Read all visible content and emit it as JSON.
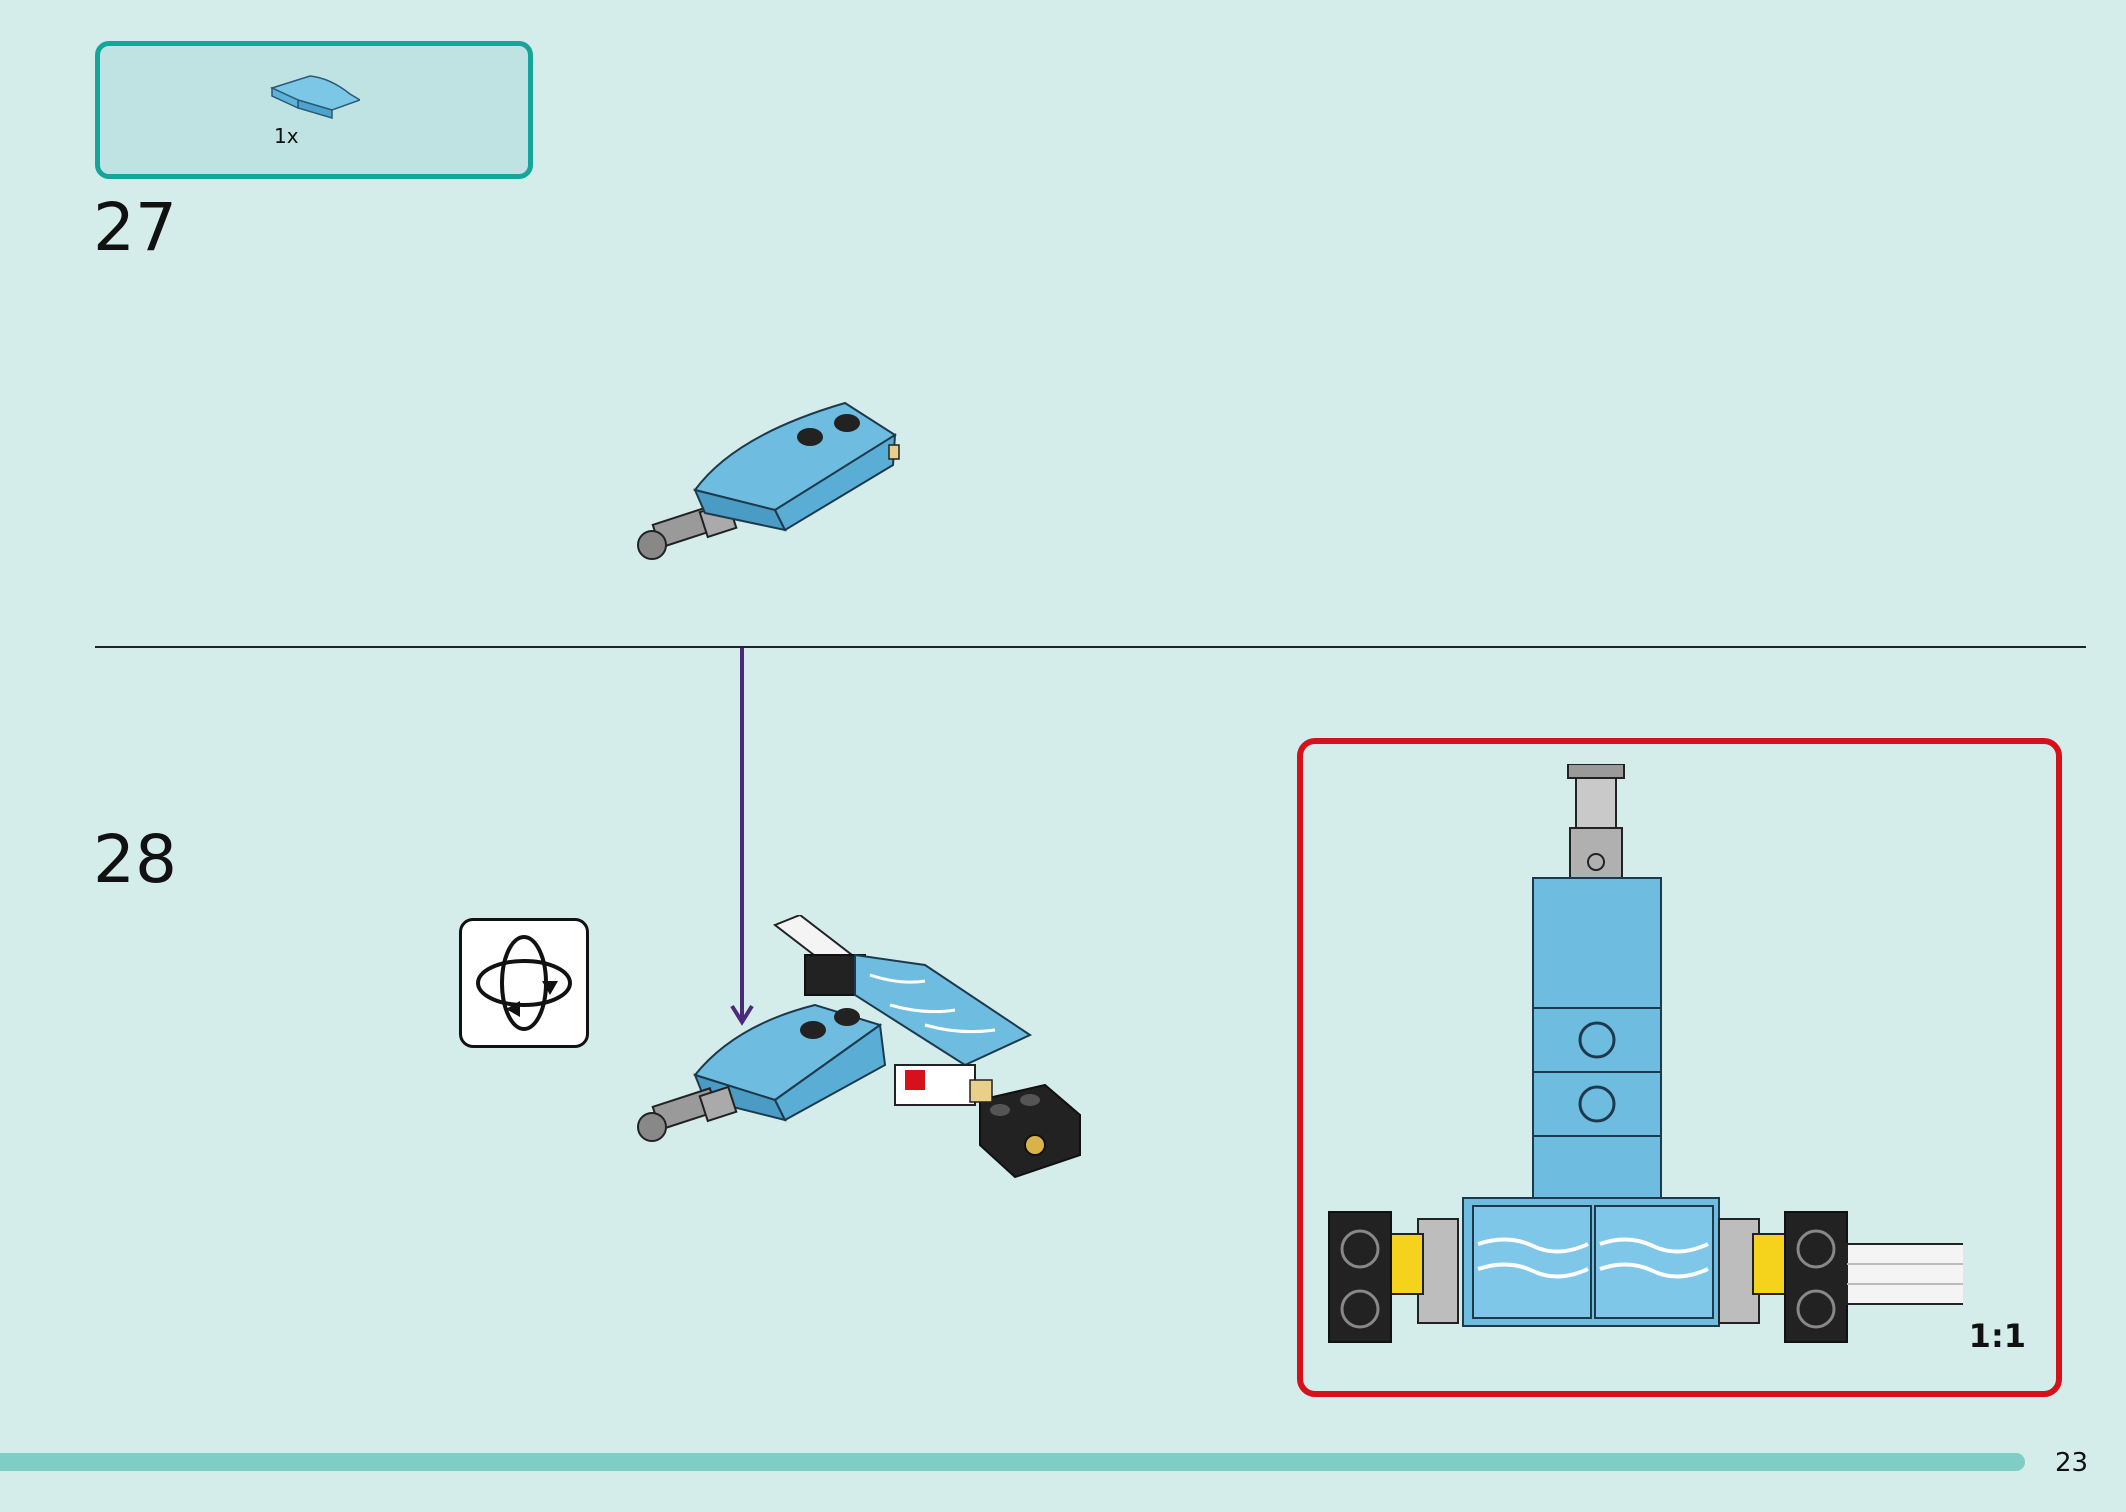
{
  "parts_box": {
    "quantity": "1x",
    "part_icon": "curved-slope-tile-icon",
    "part_color": "#6ebde0"
  },
  "steps": [
    {
      "number": "27"
    },
    {
      "number": "28"
    }
  ],
  "rotate_icon": "rotate-model-icon",
  "callout": {
    "scale_label": "1:1",
    "border_color": "#d5111b"
  },
  "arrow_color": "#4b2a7b",
  "page": {
    "number": "23",
    "progress_color": "#7fcdc5"
  },
  "colors": {
    "background": "#d4ecea",
    "brick_blue": "#6ebde0",
    "accent_teal": "#15a59b"
  }
}
